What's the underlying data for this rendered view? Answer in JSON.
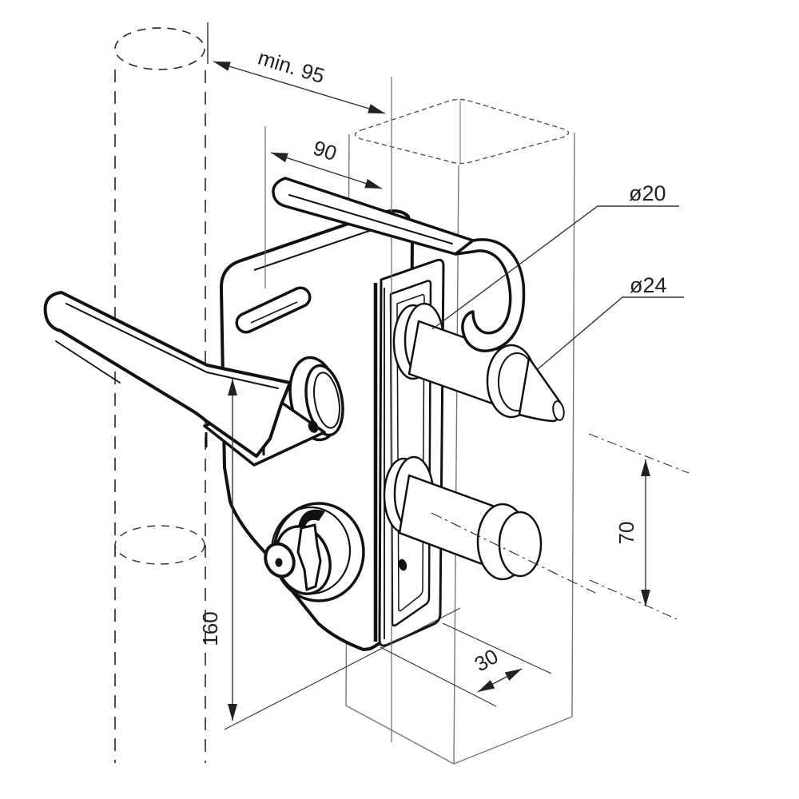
{
  "drawing": {
    "title": "Gate lock mounting technical drawing",
    "dimensions": {
      "min_clearance": "min. 95",
      "body_width": "90",
      "bolt_diameter": "ø20",
      "cone_diameter": "ø24",
      "bolt_spacing": "70",
      "body_height": "160",
      "plate_offset": "30"
    },
    "colors": {
      "line_dark": "#111111",
      "line_medium": "#333333",
      "line_light": "#777777",
      "background": "#ffffff"
    }
  }
}
